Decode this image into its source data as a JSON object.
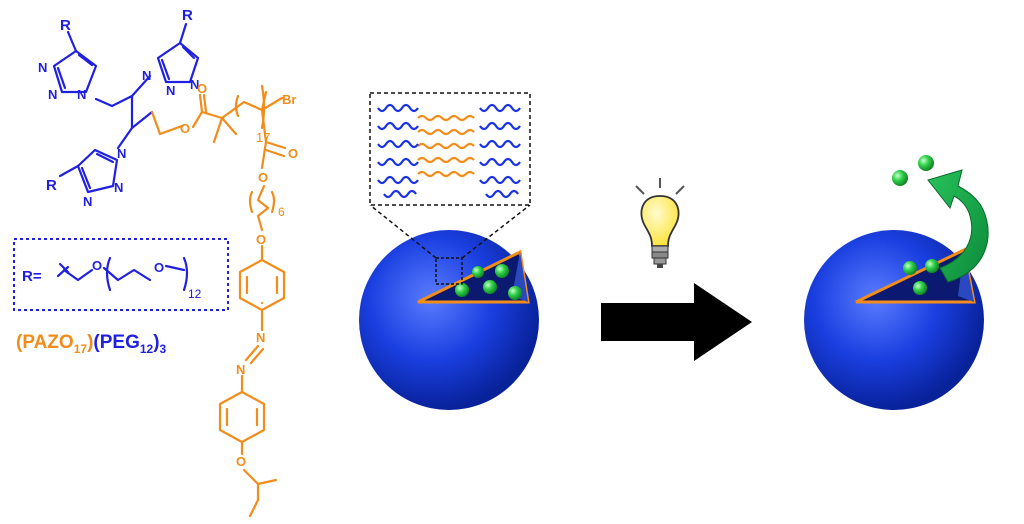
{
  "molecule": {
    "atoms": {
      "R": "R",
      "N": "N",
      "O": "O",
      "Br": "Br"
    },
    "subscripts": {
      "repeat_pazo": "17",
      "spacer": "6",
      "repeat_peg": "12"
    },
    "r_definition": {
      "prefix": "R="
    },
    "formula": {
      "pazo_open": "(PAZO",
      "pazo_sub": "17",
      "pazo_close": ")",
      "peg_open": "(PEG",
      "peg_sub": "12",
      "peg_close": ")",
      "count_sub": "3"
    }
  },
  "colors": {
    "peg_blue": "#2020e0",
    "azo_orange": "#f28c1a",
    "micelle_blue": "#1a44e0",
    "cargo_green": "#22c23a",
    "arrow_black": "#000000",
    "release_arrow_green": "#1aa54a",
    "bulb_yellow": "#ffe94d"
  },
  "icons": {
    "light": "light-bulb-icon",
    "arrow": "right-arrow-icon",
    "release": "curved-arrow-icon"
  }
}
